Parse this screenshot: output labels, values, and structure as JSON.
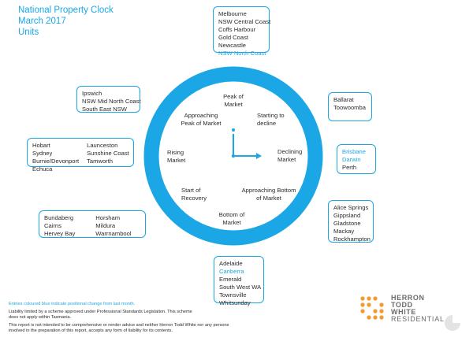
{
  "header": {
    "title": "National Property Clock",
    "date": "March 2017",
    "category": "Units"
  },
  "stages": {
    "peak": "Peak of Market",
    "starting_decline": "Starting to decline",
    "declining": "Declining Market",
    "approaching_bottom": "Approaching Bottom of Market",
    "bottom": "Bottom of Market",
    "start_recovery": "Start of Recovery",
    "rising": "Rising Market",
    "approaching_peak": "Approaching Peak of Market"
  },
  "groups": {
    "top": [
      {
        "name": "Melbourne",
        "changed": false
      },
      {
        "name": "NSW Central Coast",
        "changed": false
      },
      {
        "name": "Coffs Harbour",
        "changed": false
      },
      {
        "name": "Gold Coast",
        "changed": false
      },
      {
        "name": "Newcastle",
        "changed": false
      },
      {
        "name": "NSW North Coast",
        "changed": true
      }
    ],
    "upper_right": [
      {
        "name": "Ballarat",
        "changed": false
      },
      {
        "name": "Toowoomba",
        "changed": false
      }
    ],
    "right": [
      {
        "name": "Brisbane",
        "changed": true
      },
      {
        "name": "Darwin",
        "changed": true
      },
      {
        "name": "Perth",
        "changed": false
      }
    ],
    "lower_right": [
      {
        "name": "Alice Springs",
        "changed": false
      },
      {
        "name": "Gippsland",
        "changed": false
      },
      {
        "name": "Gladstone",
        "changed": false
      },
      {
        "name": "Mackay",
        "changed": false
      },
      {
        "name": "Rockhampton",
        "changed": false
      }
    ],
    "bottom": [
      {
        "name": "Adelaide",
        "changed": false
      },
      {
        "name": "Canberra",
        "changed": true
      },
      {
        "name": "Emerald",
        "changed": false
      },
      {
        "name": "South West WA",
        "changed": false
      },
      {
        "name": "Townsville",
        "changed": false
      },
      {
        "name": "Whitsunday",
        "changed": false
      }
    ],
    "lower_left": [
      {
        "name": "Bundaberg",
        "changed": false
      },
      {
        "name": "Cairns",
        "changed": false
      },
      {
        "name": "Hervey Bay",
        "changed": false
      },
      {
        "name": "Horsham",
        "changed": false
      },
      {
        "name": "Mildura",
        "changed": false
      },
      {
        "name": "Warrnambool",
        "changed": false
      }
    ],
    "left": [
      {
        "name": "Hobart",
        "changed": false
      },
      {
        "name": "Sydney",
        "changed": false
      },
      {
        "name": "Burnie/Devonport",
        "changed": false
      },
      {
        "name": "Echuca",
        "changed": false
      },
      {
        "name": "Launceston",
        "changed": false
      },
      {
        "name": "Sunshine Coast",
        "changed": false
      },
      {
        "name": "Tamworth",
        "changed": false
      }
    ],
    "upper_left": [
      {
        "name": "Ipswich",
        "changed": false
      },
      {
        "name": "NSW Mid North Coast",
        "changed": false
      },
      {
        "name": "South East NSW",
        "changed": false
      }
    ]
  },
  "notes": {
    "legend": "Entries coloured blue indicate positional change from last month.",
    "liability": "Liability limited by a scheme approved under Professional Standards Legislation. This scheme does not apply within Tasmania.",
    "disclaimer": "This report is not intended to be comprehensive or render advice and neither Herron Todd White nor any persons involved in the preparation of this report, accepts any form of liability for its contents."
  },
  "logo": {
    "line1": "HERRON",
    "line2": "TODD",
    "line3": "WHITE",
    "line4": "RESIDENTIAL"
  },
  "colors": {
    "accent": "#1ba7e6",
    "ring": "#1ba7e6",
    "text": "#2b2b2b",
    "logo_orange": "#f39a2d",
    "logo_grey": "#6b6b6b"
  }
}
